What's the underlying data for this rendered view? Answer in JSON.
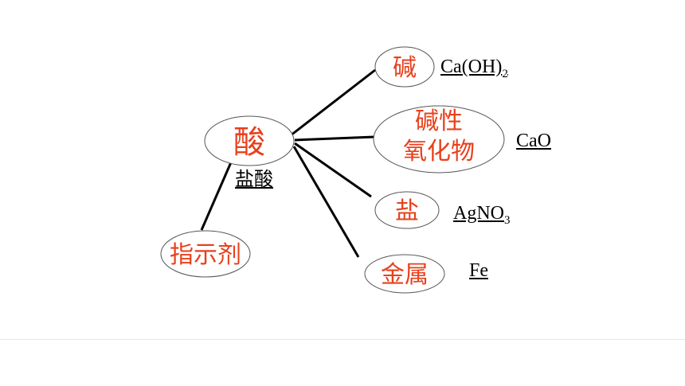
{
  "diagram": {
    "center": {
      "label": "酸",
      "sublabel": "盐酸"
    },
    "nodes": [
      {
        "id": "base",
        "label": "碱",
        "formula": "Ca(OH)",
        "subscript": "2"
      },
      {
        "id": "basic-oxide",
        "label_line1": "碱性",
        "label_line2": "氧化物",
        "formula": "CaO",
        "subscript": ""
      },
      {
        "id": "salt",
        "label": "盐",
        "formula": "AgNO",
        "subscript": "3"
      },
      {
        "id": "metal",
        "label": "金属",
        "formula": "Fe",
        "subscript": ""
      },
      {
        "id": "indicator",
        "label": "指示剂"
      }
    ]
  },
  "colors": {
    "node_text": "#e8401c",
    "line": "#000000",
    "ellipse_stroke": "#555555"
  }
}
